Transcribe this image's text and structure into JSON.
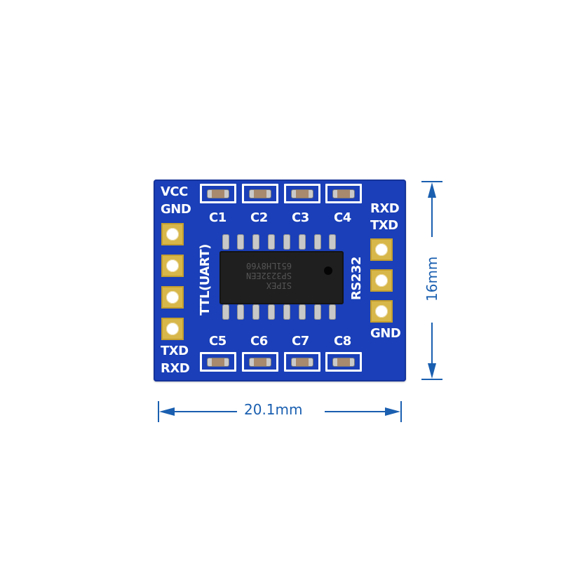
{
  "board": {
    "colors": {
      "pcb": "#1a3fb8",
      "silkscreen": "#ffffff",
      "pad": "#d8b74a",
      "chip": "#1f1f1f",
      "dimension": "#1a5fb0"
    },
    "left_labels": {
      "top1": "VCC",
      "top2": "GND",
      "bottom1": "TXD",
      "bottom2": "RXD",
      "section": "TTL(UART)"
    },
    "right_labels": {
      "top1": "RXD",
      "top2": "TXD",
      "bottom": "GND",
      "section": "RS232"
    },
    "capacitors_top": [
      "C1",
      "C2",
      "C3",
      "C4"
    ],
    "capacitors_bottom": [
      "C5",
      "C6",
      "C7",
      "C8"
    ],
    "chip": {
      "line1": "SIPEX",
      "line2": "SP3232EEN",
      "line3": "651LH8Y60"
    }
  },
  "dimensions": {
    "width": "20.1mm",
    "height": "16mm"
  }
}
